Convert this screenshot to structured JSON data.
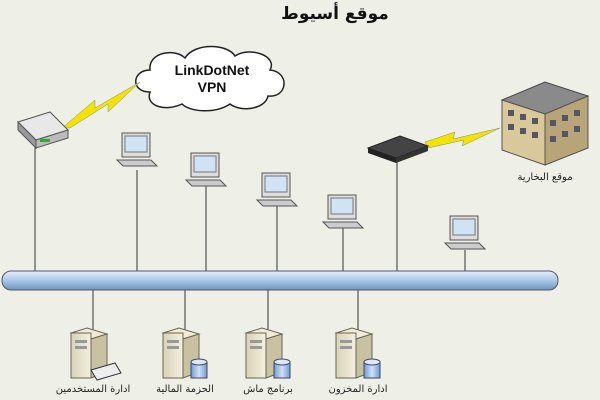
{
  "title": "موقع أسيوط",
  "cloud": {
    "line1": "LinkDotNet",
    "line2": "VPN"
  },
  "remote_site": "موقع البخارية",
  "servers": [
    {
      "label": "ادارة المستخدمين"
    },
    {
      "label": "الحزمة المالية"
    },
    {
      "label": "برنامج ماش"
    },
    {
      "label": "ادارة المخزون"
    }
  ],
  "colors": {
    "background": "#eef0e8",
    "bus": "#a9c7e6",
    "lightning": "#f2e300"
  }
}
